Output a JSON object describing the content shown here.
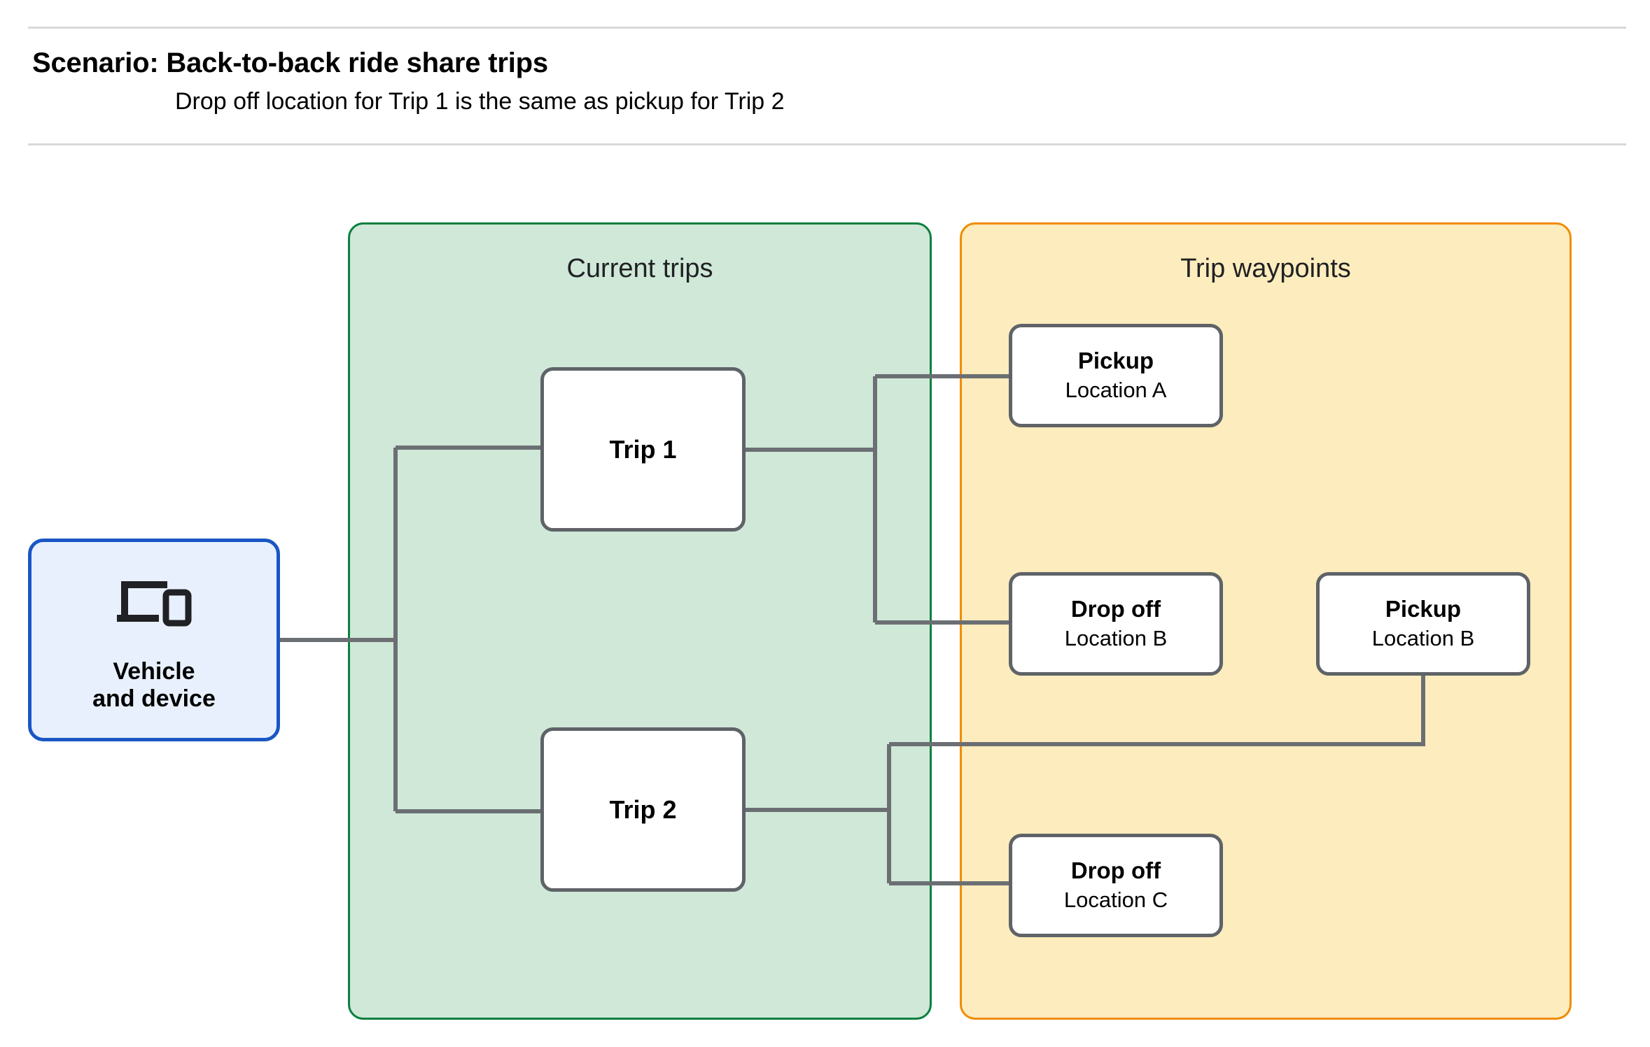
{
  "header": {
    "title": "Scenario: Back-to-back ride share trips",
    "subtitle": "Drop off  location for Trip 1 is the same as pickup for Trip 2"
  },
  "panels": {
    "current_trips": {
      "label": "Current trips",
      "fill": "#cfe8d8",
      "border": "#0b7f3f"
    },
    "trip_waypoints": {
      "label": "Trip waypoints",
      "fill": "#fdecbd",
      "border": "#f08c00"
    }
  },
  "nodes": {
    "vehicle": {
      "label": "Vehicle\nand device",
      "icon": "devices-icon",
      "fill": "#e8f0fe",
      "border": "#1a56c4"
    },
    "trip_1": {
      "label": "Trip 1"
    },
    "trip_2": {
      "label": "Trip 2"
    },
    "pickup_a": {
      "title": "Pickup",
      "location": "Location A"
    },
    "dropoff_b": {
      "title": "Drop off",
      "location": "Location B"
    },
    "pickup_b": {
      "title": "Pickup",
      "location": "Location B"
    },
    "dropoff_c": {
      "title": "Drop off",
      "location": "Location C"
    }
  },
  "connectors": {
    "stroke": "#6b6f73",
    "edges": [
      "vehicle -> trip_1",
      "vehicle -> trip_2",
      "trip_1 -> pickup_a",
      "trip_1 -> dropoff_b",
      "trip_2 -> pickup_b",
      "trip_2 -> dropoff_c"
    ]
  }
}
